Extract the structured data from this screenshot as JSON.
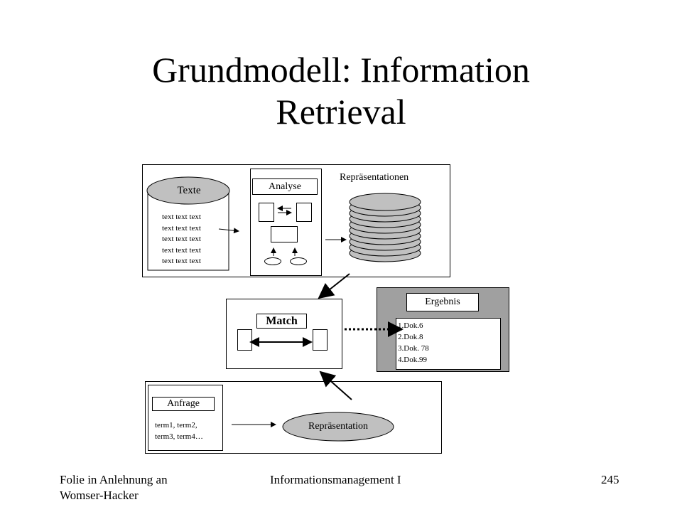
{
  "title": {
    "line1": "Grundmodell: Information",
    "line2": "Retrieval"
  },
  "top_panel": {
    "texte_label": "Texte",
    "text_lines": [
      "text text text",
      "text text text",
      "text text text",
      "text text text",
      "text text text"
    ],
    "analyse_label": "Analyse",
    "representations_label": "Repräsentationen"
  },
  "match_panel": {
    "label": "Match"
  },
  "result_panel": {
    "label": "Ergebnis",
    "items": [
      "1.Dok.6",
      "2.Dok.8",
      "3.Dok. 78",
      "4.Dok.99"
    ]
  },
  "query_panel": {
    "anfrage_label": "Anfrage",
    "terms_line1": "term1, term2,",
    "terms_line2": "term3, term4…",
    "representation_label": "Repräsentation"
  },
  "footer": {
    "left_line1": "Folie in Anlehnung an",
    "left_line2": "Womser-Hacker",
    "center": "Informationsmanagement I",
    "page_number": "245"
  }
}
